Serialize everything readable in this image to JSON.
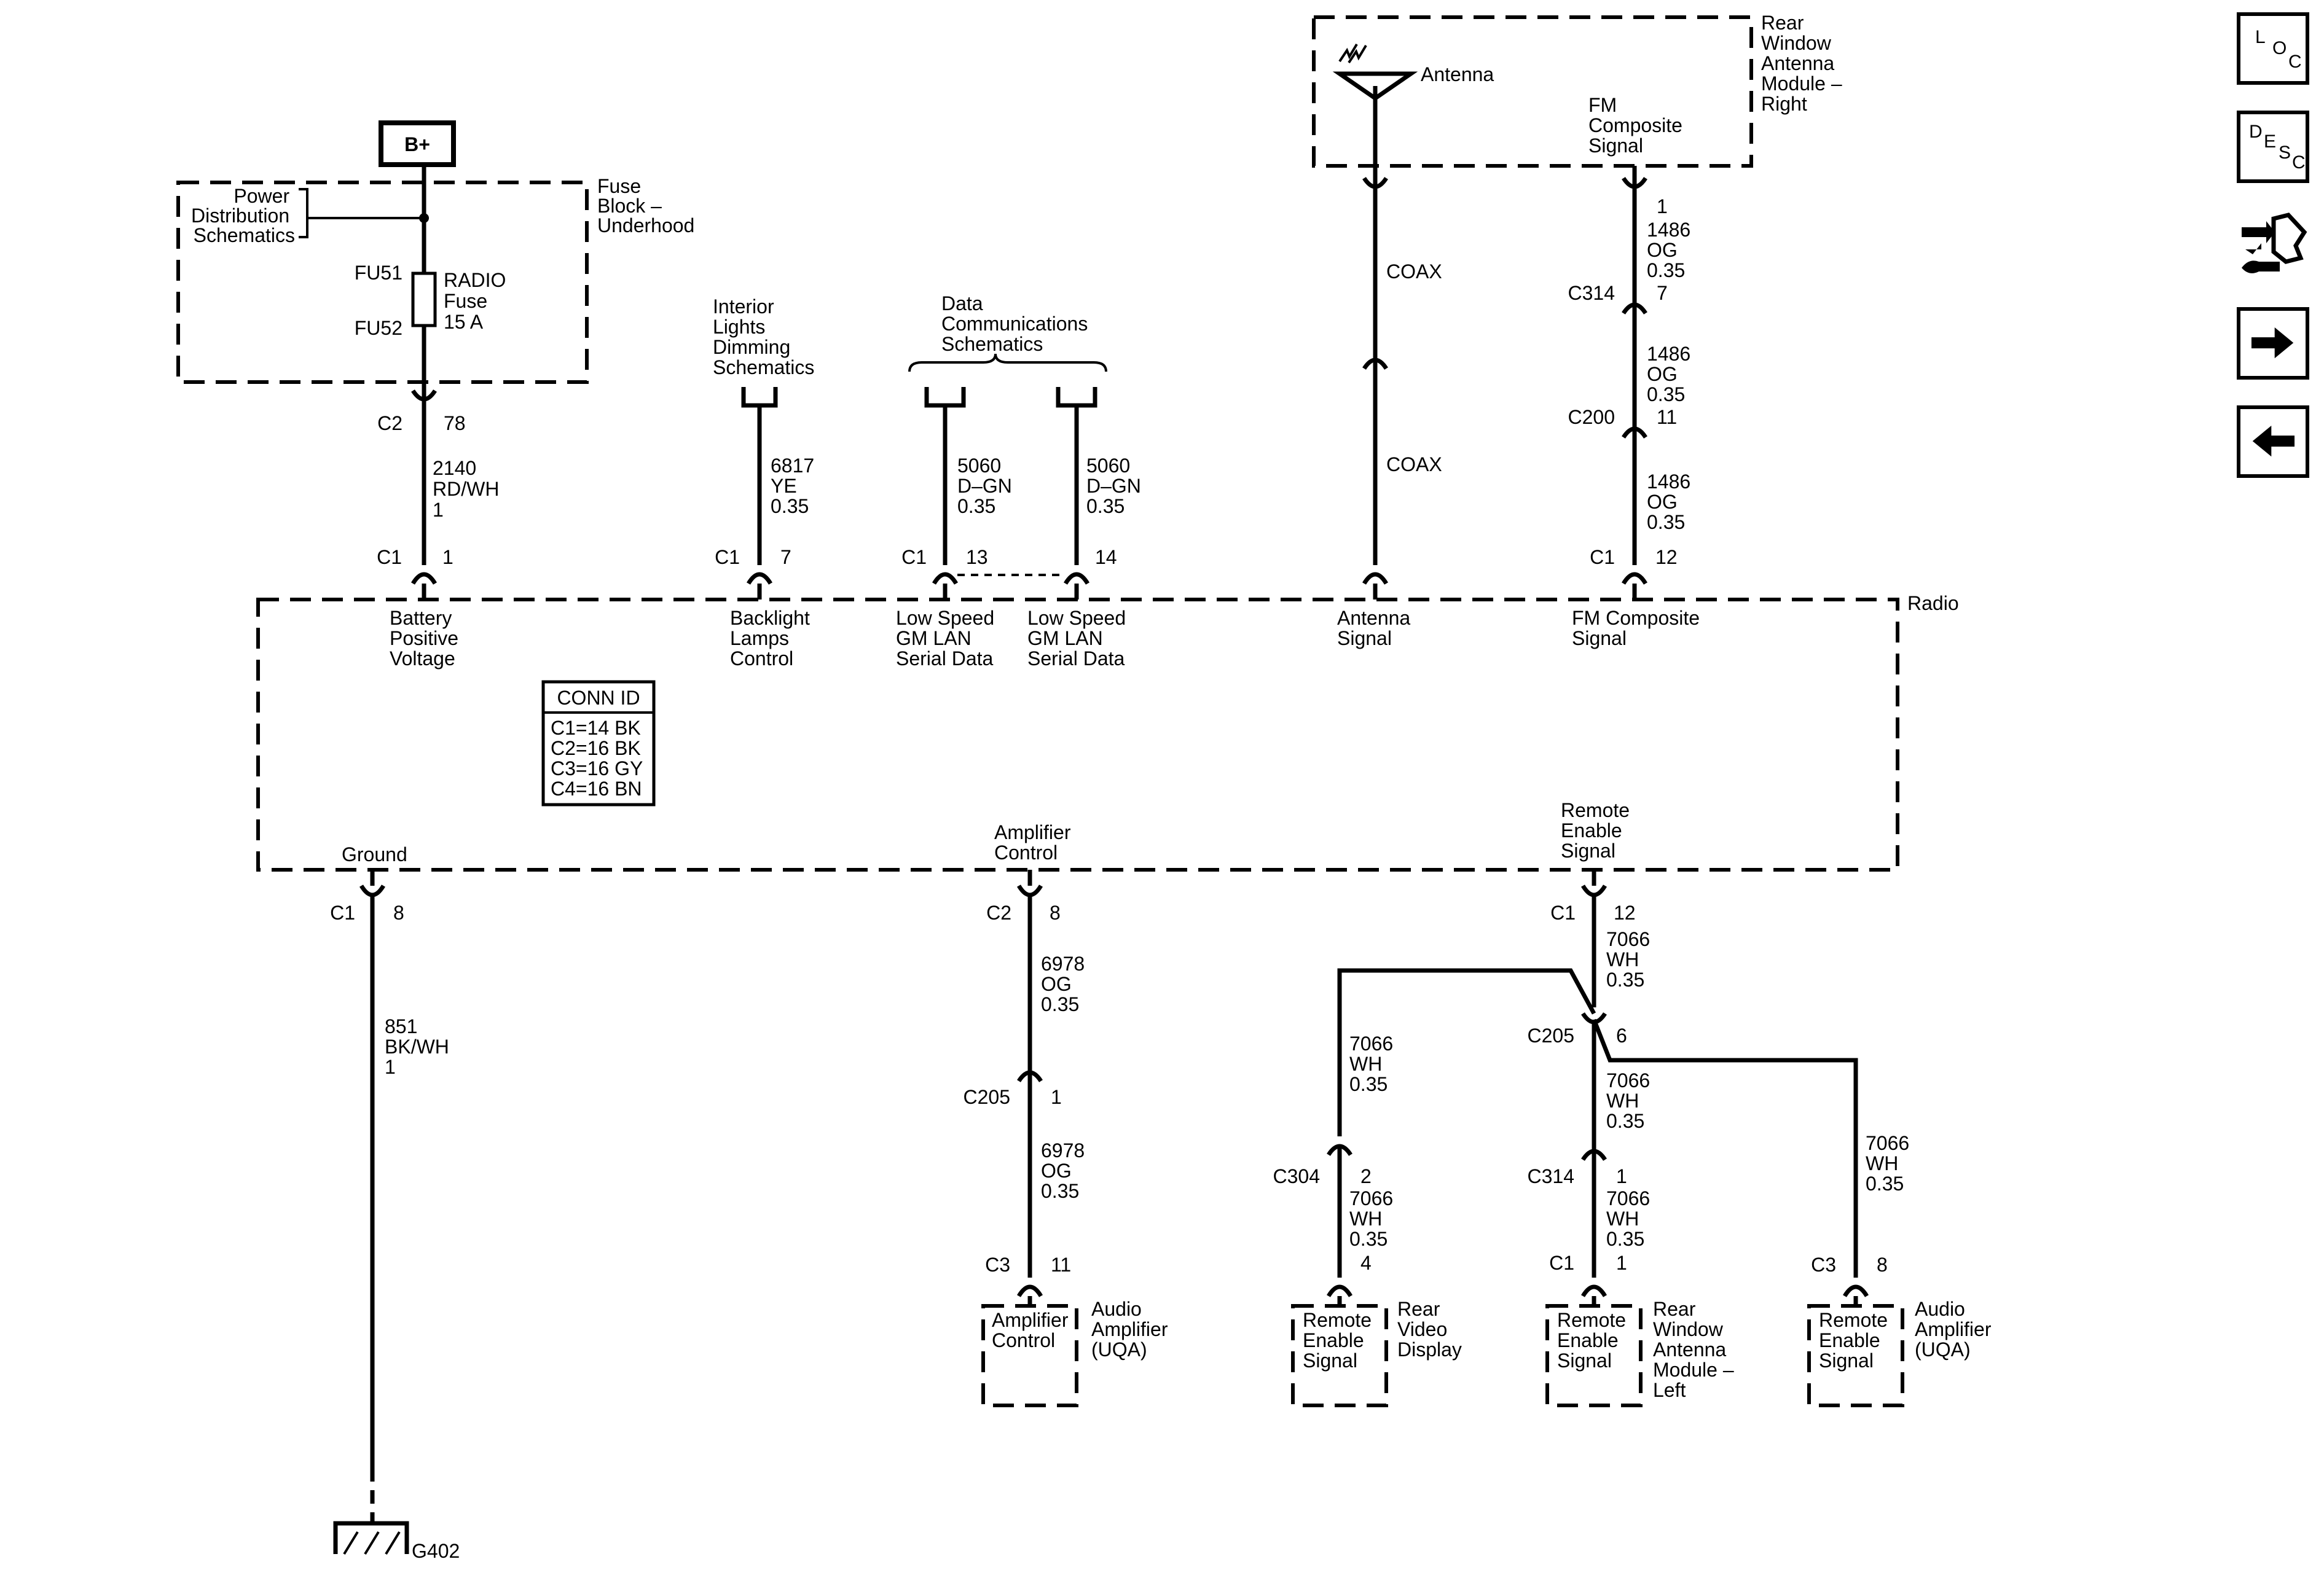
{
  "power": {
    "source": "B+",
    "dist_label": [
      "Power",
      "Distribution",
      "Schematics"
    ],
    "block_label": [
      "Fuse",
      "Block –",
      "Underhood"
    ],
    "fuse_pins": [
      "FU51",
      "FU52"
    ],
    "fuse_label": [
      "RADIO",
      "Fuse",
      "15 A"
    ]
  },
  "interior_lights": [
    "Interior",
    "Lights",
    "Dimming",
    "Schematics"
  ],
  "data_comm": [
    "Data",
    "Communications",
    "Schematics"
  ],
  "antenna_module": {
    "label": [
      "Rear",
      "Window",
      "Antenna",
      "Module –",
      "Right"
    ],
    "antenna": "Antenna",
    "fm_signal": [
      "FM",
      "Composite",
      "Signal"
    ]
  },
  "radio": {
    "label": "Radio",
    "top_pins": [
      {
        "conn": "C1",
        "pin": "1",
        "name": [
          "Battery",
          "Positive",
          "Voltage"
        ]
      },
      {
        "conn": "C1",
        "pin": "7",
        "name": [
          "Backlight",
          "Lamps",
          "Control"
        ]
      },
      {
        "conn": "C1",
        "pin": "13",
        "name": [
          "Low Speed",
          "GM LAN",
          "Serial Data"
        ]
      },
      {
        "conn": "",
        "pin": "14",
        "name": [
          "Low Speed",
          "GM LAN",
          "Serial Data"
        ]
      },
      {
        "conn": "",
        "pin": "",
        "name": [
          "Antenna",
          "Signal"
        ]
      },
      {
        "conn": "C1",
        "pin": "12",
        "name": [
          "FM Composite",
          "Signal"
        ]
      }
    ],
    "bottom_pins": [
      {
        "conn": "C1",
        "pin": "8",
        "name": [
          "Ground"
        ]
      },
      {
        "conn": "C2",
        "pin": "8",
        "name": [
          "Amplifier",
          "Control"
        ]
      },
      {
        "conn": "C1",
        "pin": "12",
        "name": [
          "Remote",
          "Enable",
          "Signal"
        ]
      }
    ],
    "conn_id": {
      "title": "CONN ID",
      "rows": [
        "C1=14 BK",
        "C2=16 BK",
        "C3=16 GY",
        "C4=16 BN"
      ]
    }
  },
  "wires": {
    "battery": {
      "conn": "C2",
      "pin": "78",
      "spec": [
        "2140",
        "RD/WH",
        "1"
      ]
    },
    "backlight": [
      "6817",
      "YE",
      "0.35"
    ],
    "lan1": [
      "5060",
      "D–GN",
      "0.35"
    ],
    "lan2": [
      "5060",
      "D–GN",
      "0.35"
    ],
    "coax": [
      "COAX",
      "COAX"
    ],
    "fm": {
      "pin1": "1",
      "spec1": [
        "1486",
        "OG",
        "0.35"
      ],
      "c314": "C314",
      "c314_pin": "7",
      "spec2": [
        "1486",
        "OG",
        "0.35"
      ],
      "c200": "C200",
      "c200_pin": "11",
      "spec3": [
        "1486",
        "OG",
        "0.35"
      ]
    },
    "ground": {
      "spec": [
        "851",
        "BK/WH",
        "1"
      ],
      "ground_id": "G402"
    },
    "amp": {
      "spec1": [
        "6978",
        "OG",
        "0.35"
      ],
      "c205": "C205",
      "c205_pin": "1",
      "spec2": [
        "6978",
        "OG",
        "0.35"
      ],
      "conn": "C3",
      "pin": "11"
    },
    "remote": {
      "spec_main": [
        "7066",
        "WH",
        "0.35"
      ],
      "c205": "C205",
      "c205_pin": "6",
      "left_spec": [
        "7066",
        "WH",
        "0.35"
      ],
      "c304": "C304",
      "c304_pin": "2",
      "left_spec2": [
        "7066",
        "WH",
        "0.35"
      ],
      "left_end_pin": "4",
      "mid_spec": [
        "7066",
        "WH",
        "0.35"
      ],
      "c314": "C314",
      "c314_pin": "1",
      "mid_spec2": [
        "7066",
        "WH",
        "0.35"
      ],
      "mid_conn": "C1",
      "mid_pin": "1",
      "right_spec": [
        "7066",
        "WH",
        "0.35"
      ],
      "right_conn": "C3",
      "right_pin": "8"
    }
  },
  "components": {
    "amp_control": {
      "inner": [
        "Amplifier",
        "Control"
      ],
      "outer": [
        "Audio",
        "Amplifier",
        "(UQA)"
      ]
    },
    "rear_video": {
      "inner": [
        "Remote",
        "Enable",
        "Signal"
      ],
      "outer": [
        "Rear",
        "Video",
        "Display"
      ]
    },
    "antenna_left": {
      "inner": [
        "Remote",
        "Enable",
        "Signal"
      ],
      "outer": [
        "Rear",
        "Window",
        "Antenna",
        "Module –",
        "Left"
      ]
    },
    "audio_amp": {
      "inner": [
        "Remote",
        "Enable",
        "Signal"
      ],
      "outer": [
        "Audio",
        "Amplifier",
        "(UQA)"
      ]
    }
  },
  "nav": {
    "loc": [
      "L",
      "O",
      "C"
    ],
    "desc": [
      "D",
      "E",
      "S",
      "C"
    ],
    "icons": [
      "connector-tool-icon",
      "arrow-right-icon",
      "arrow-left-icon"
    ]
  }
}
